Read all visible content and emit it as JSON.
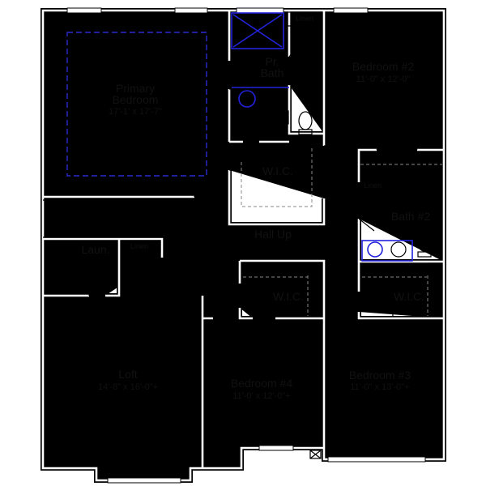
{
  "rooms": {
    "primary_bedroom": {
      "name_line1": "Primary",
      "name_line2": "Bedroom",
      "dims": "17'-1' x 17'-7\""
    },
    "primary_bath": {
      "name_line1": "Pr.",
      "name_line2": "Bath"
    },
    "primary_linen": {
      "name": "Linen"
    },
    "primary_wic": {
      "name": "W.I.C."
    },
    "bedroom2": {
      "name": "Bedroom #2",
      "dims": "11'-0\" x 12'-0\""
    },
    "bath2": {
      "name": "Bath #2"
    },
    "bath2_linen": {
      "name": "Linen"
    },
    "hall": {
      "name": "Hall Up"
    },
    "laundry": {
      "name": "Laun."
    },
    "hall_linen": {
      "name": "Linen"
    },
    "wic4": {
      "name": "W.I.C."
    },
    "wic3": {
      "name": "W.I.C."
    },
    "loft": {
      "name": "Loft",
      "dims": "14'-8\" x 16'-0\"+"
    },
    "bedroom4": {
      "name": "Bedroom #4",
      "dims": "11'-0' x 12'-0\"+"
    },
    "bedroom3": {
      "name": "Bedroom #3",
      "dims": "11'-0\" x 13'-0\"+"
    }
  },
  "colors": {
    "walls": "#000000",
    "fixtures_blue": "#2222dd",
    "background": "#ffffff"
  }
}
